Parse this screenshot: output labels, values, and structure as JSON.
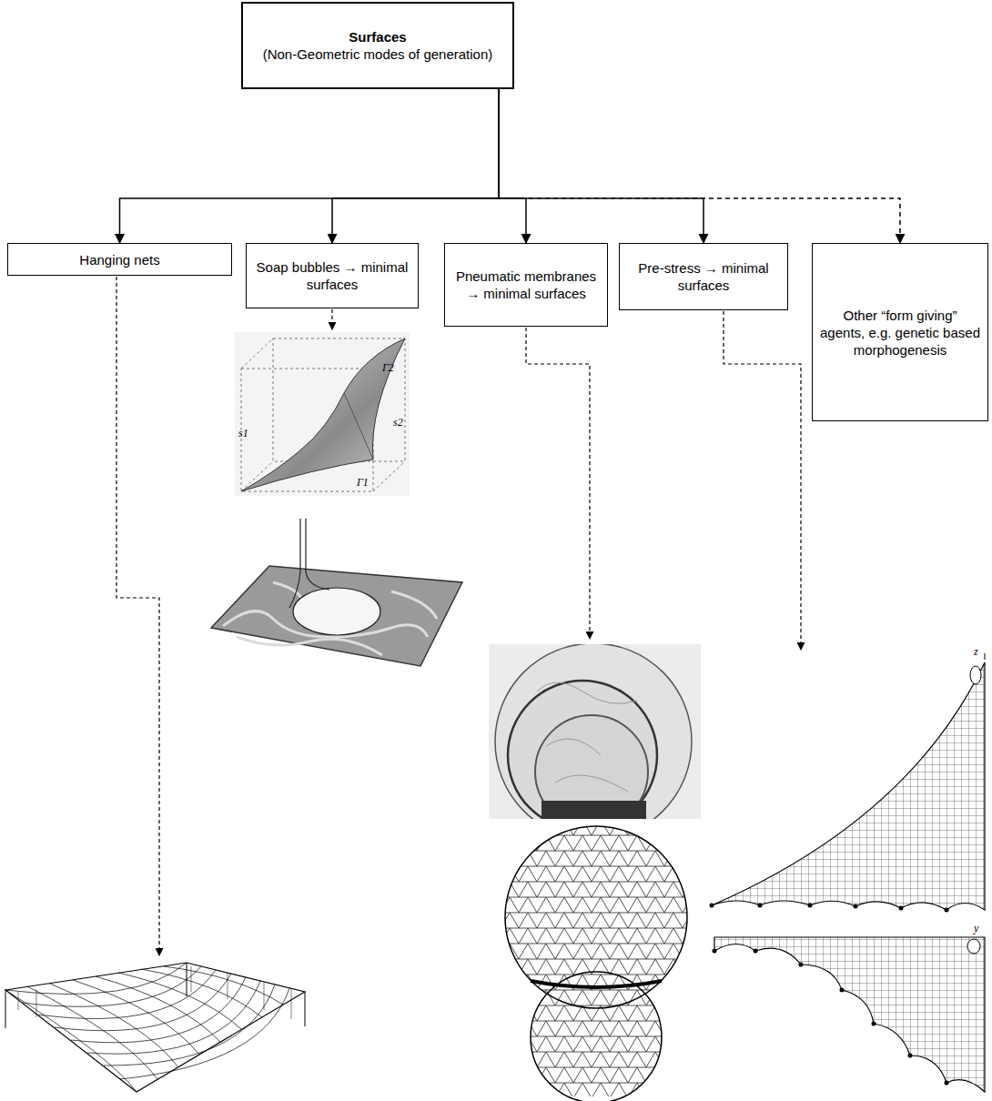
{
  "diagram": {
    "nodes": [
      {
        "text": [
          "Surfaces",
          "(Non-Geometric modes of generation)"
        ]
      },
      {
        "text": [
          "Hanging  nets"
        ]
      },
      {
        "text": [
          "Soap bubbles → minimal surfaces"
        ]
      },
      {
        "text": [
          "Pneumatic membranes → minimal surfaces"
        ]
      },
      {
        "text": [
          "Pre-stress → minimal surfaces"
        ]
      },
      {
        "text": [
          "Other “form giving” agents, e.g. genetic based morphogenesis"
        ]
      }
    ],
    "edges": [
      {
        "from": 0,
        "to": 1,
        "arrow": "to"
      },
      {
        "from": 0,
        "to": 2,
        "arrow": "to"
      },
      {
        "from": 0,
        "to": 3,
        "arrow": "to"
      },
      {
        "from": 0,
        "to": 4,
        "arrow": "to"
      },
      {
        "from": 0,
        "to": 5,
        "arrow": "to"
      }
    ],
    "labels": [
      "Γ2",
      "s2",
      "s1",
      "Γ1",
      "z",
      "y"
    ]
  }
}
